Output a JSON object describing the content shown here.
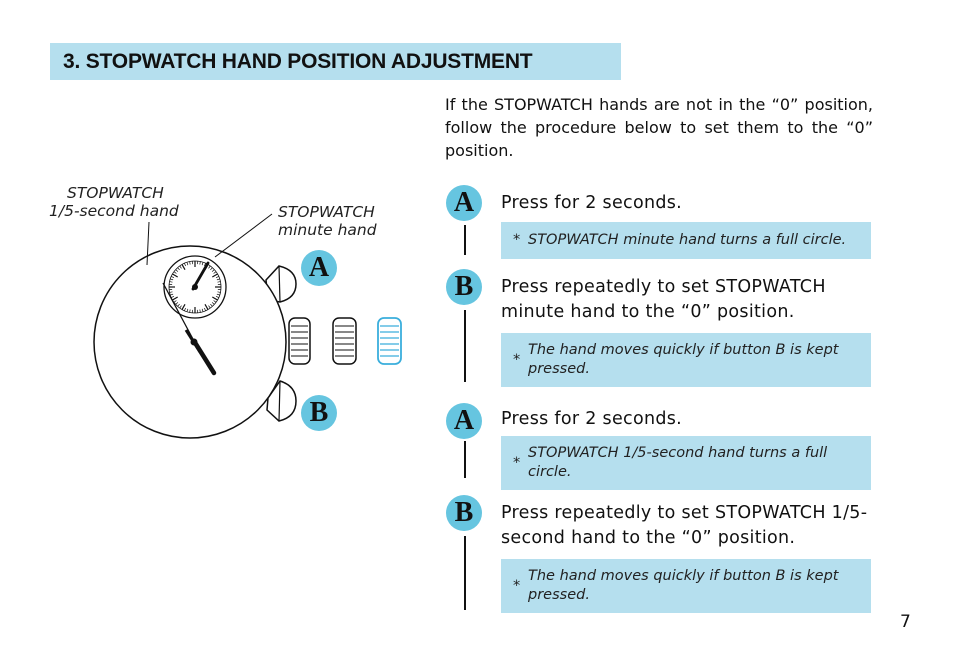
{
  "heading": {
    "title": "3.  STOPWATCH HAND POSITION ADJUSTMENT"
  },
  "intro": "If the STOPWATCH hands are not in the “0” position, follow the procedure below to set them to the “0” position.",
  "illustration": {
    "label_second_hand_line1": "STOPWATCH",
    "label_second_hand_line2": "1/5-second hand",
    "label_minute_hand_line1": "STOPWATCH",
    "label_minute_hand_line2": "minute hand",
    "button_a": "A",
    "button_b": "B"
  },
  "steps": [
    {
      "badge": "A",
      "text": "Press for 2 seconds.",
      "note": "STOPWATCH minute hand turns a full circle."
    },
    {
      "badge": "B",
      "text": "Press repeatedly to set STOPWATCH minute hand to the “0” position.",
      "note": "The hand moves quickly if button B is kept pressed."
    },
    {
      "badge": "A",
      "text": "Press for 2 seconds.",
      "note": "STOPWATCH 1/5-second hand turns a full circle."
    },
    {
      "badge": "B",
      "text": "Press repeatedly to set STOPWATCH 1/5-second hand to the “0” position.",
      "note": "The hand moves quickly if button B is kept pressed."
    }
  ],
  "note_marker": "*",
  "page_number": "7",
  "colors": {
    "panel": "#b5dfee",
    "badge": "#66c5e0",
    "crown_highlight": "#3aaedc"
  }
}
